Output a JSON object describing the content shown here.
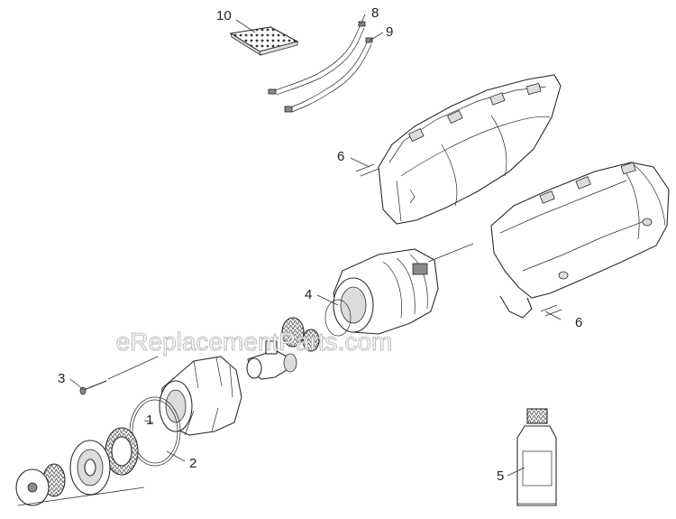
{
  "watermark": "eReplacementParts.com",
  "callouts": [
    {
      "id": "1",
      "text": "1"
    },
    {
      "id": "2",
      "text": "2"
    },
    {
      "id": "3",
      "text": "3"
    },
    {
      "id": "4",
      "text": "4"
    },
    {
      "id": "5",
      "text": "5"
    },
    {
      "id": "6a",
      "text": "6"
    },
    {
      "id": "6b",
      "text": "6"
    },
    {
      "id": "8",
      "text": "8"
    },
    {
      "id": "9",
      "text": "9"
    },
    {
      "id": "10",
      "text": "10"
    }
  ]
}
